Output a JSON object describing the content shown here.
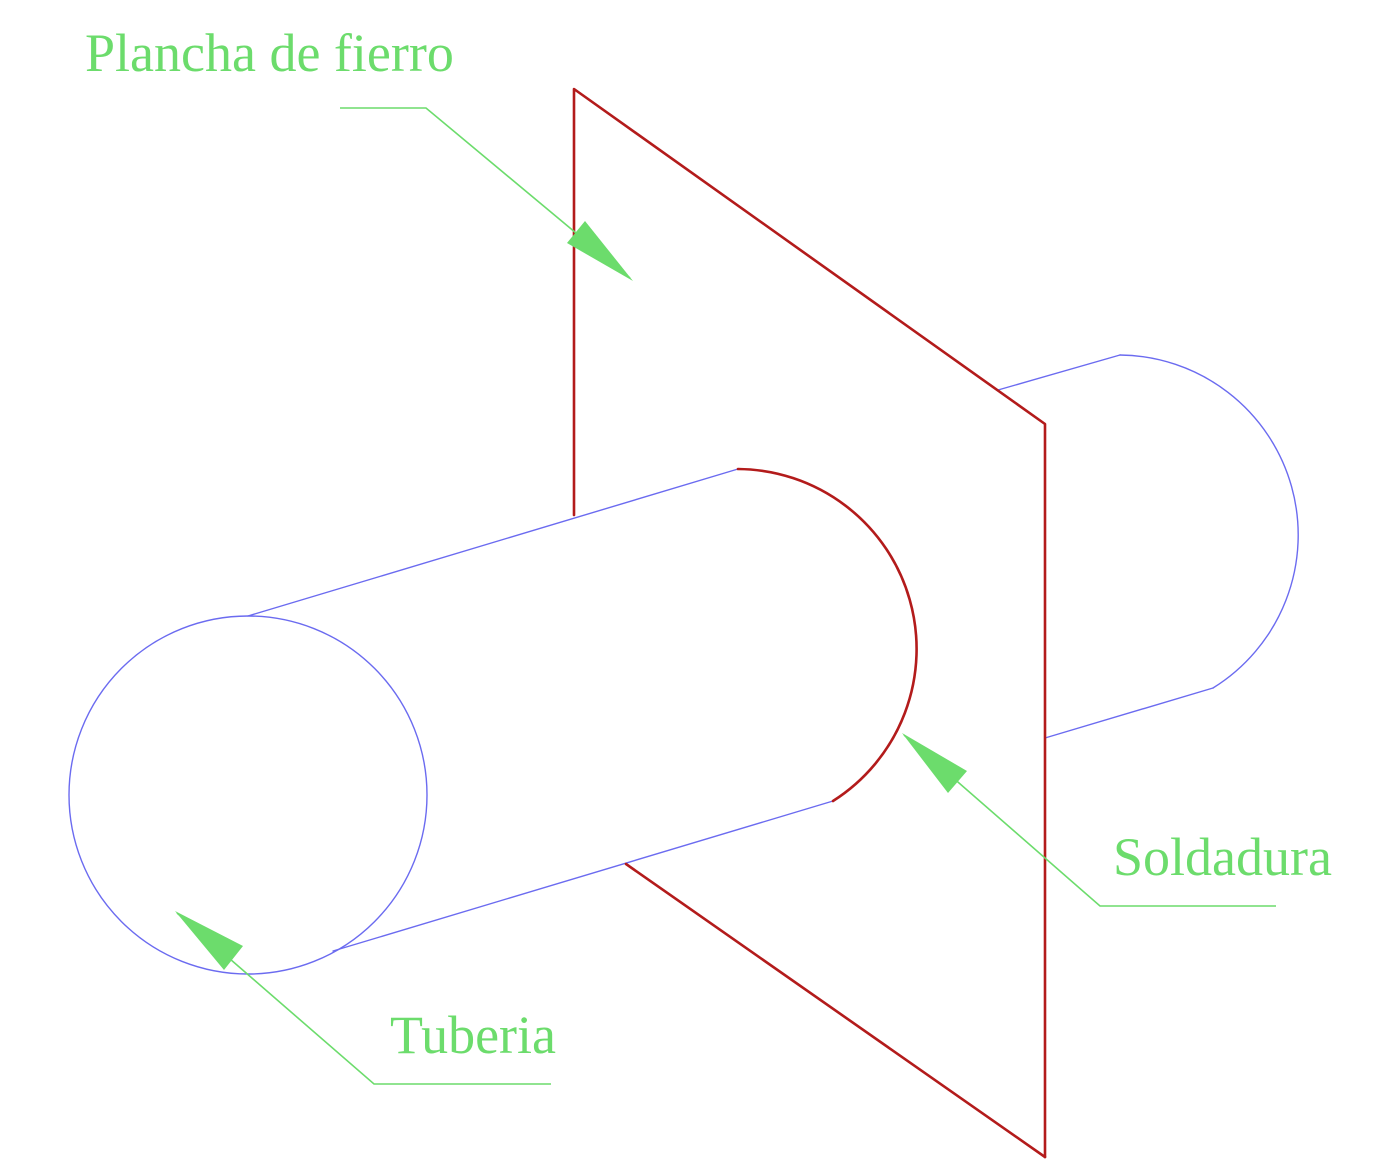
{
  "labels": {
    "plate": "Plancha de fierro",
    "weld": "Soldadura",
    "pipe": "Tuberia"
  },
  "colors": {
    "plate": "#b31b1b",
    "weld": "#b31b1b",
    "pipe": "#6b6bf0",
    "annotation": "#6cdc6c",
    "background": "#ffffff"
  }
}
